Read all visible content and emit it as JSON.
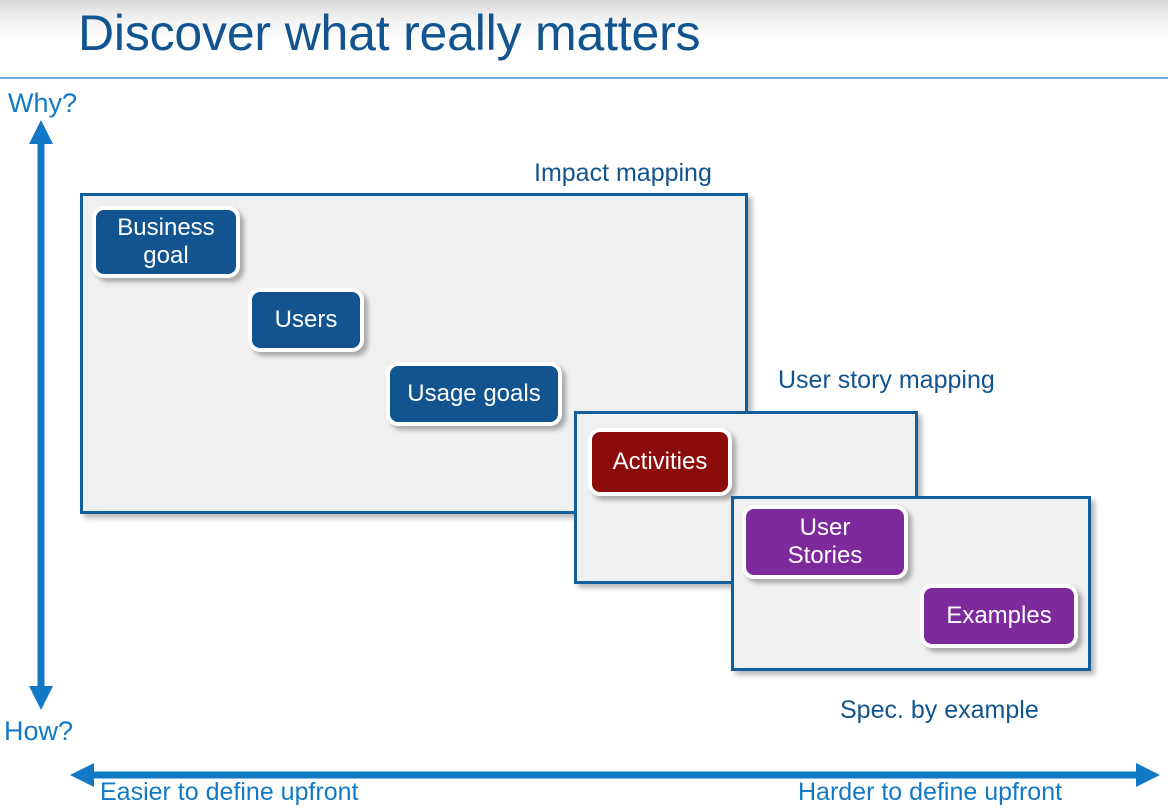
{
  "header": {
    "title": "Discover what really matters",
    "title_color": "#11548f",
    "rule_color": "#6aaddd"
  },
  "axes": {
    "vertical": {
      "top_label": "Why?",
      "bottom_label": "How?",
      "color": "#1279c6",
      "arrow": "double-headed-vertical"
    },
    "horizontal": {
      "left_label": "Easier to define upfront",
      "right_label": "Harder to define upfront",
      "color": "#1279c6",
      "arrow": "double-headed-horizontal"
    }
  },
  "panels": [
    {
      "id": "impact-mapping",
      "caption": "Impact mapping",
      "fill": "#f0f0f0",
      "border_color": "#10609f"
    },
    {
      "id": "user-story-mapping",
      "caption": "User story mapping",
      "fill": "#f0f0f0",
      "border_color": "#10609f"
    },
    {
      "id": "spec-by-example",
      "caption": "Spec. by example",
      "fill": "#f0f0f0",
      "border_color": "#10609f"
    }
  ],
  "cards": [
    {
      "id": "business-goal",
      "label": "Business\ngoal",
      "color": "#11548f",
      "panel": "impact-mapping"
    },
    {
      "id": "users",
      "label": "Users",
      "color": "#11548f",
      "panel": "impact-mapping"
    },
    {
      "id": "usage-goals",
      "label": "Usage goals",
      "color": "#11548f",
      "panel": "impact-mapping"
    },
    {
      "id": "activities",
      "label": "Activities",
      "color": "#8c0b0b",
      "panel": "user-story-mapping"
    },
    {
      "id": "user-stories",
      "label": "User\nStories",
      "color": "#7c2a9c",
      "panel": "spec-by-example"
    },
    {
      "id": "examples",
      "label": "Examples",
      "color": "#7c2a9c",
      "panel": "spec-by-example"
    }
  ]
}
